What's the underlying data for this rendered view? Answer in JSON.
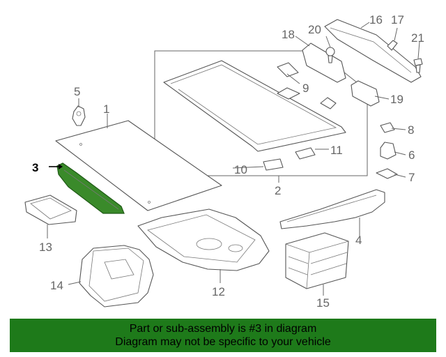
{
  "colors": {
    "highlight": "#3a8a2a",
    "banner_bg": "#1e7a1a",
    "line": "#555555"
  },
  "labels": {
    "l1": "1",
    "l2": "2",
    "l3": "3",
    "l4": "4",
    "l5": "5",
    "l6": "6",
    "l7": "7",
    "l8": "8",
    "l9": "9",
    "l10": "10",
    "l11": "11",
    "l12": "12",
    "l13": "13",
    "l14": "14",
    "l15": "15",
    "l16": "16",
    "l17": "17",
    "l18": "18",
    "l19": "19",
    "l20": "20",
    "l21": "21"
  },
  "banner": {
    "line1": "Part or sub-assembly is #3 in diagram",
    "line2": "Diagram may not be specific to your vehicle"
  }
}
